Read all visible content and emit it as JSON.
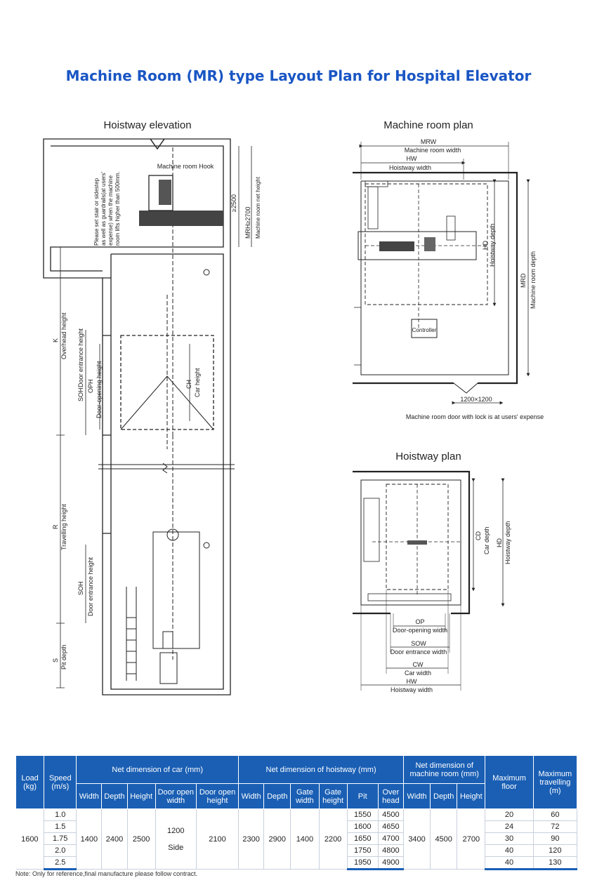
{
  "title": "Machine Room (MR) type  Layout Plan for Hospital Elevator",
  "captions": {
    "hoistway_elevation": "Hoistway elevation",
    "machine_room_plan": "Machine room plan",
    "hoistway_plan": "Hoistway plan"
  },
  "elevation_labels": {
    "machine_room_hook": "Machine room Hook",
    "stair_note_1": "Please set stair or sidestep",
    "stair_note_2": "as well as guardrails(at users'",
    "stair_note_3": "expense) when the machine",
    "stair_note_4": "room lifts higher than 500mm.",
    "dim_2500": "≥2500",
    "mrh_1": "MRH≥2700",
    "mrh_2": "Machine room net height",
    "k": "K",
    "overhead_height": "Overhead height",
    "soh": "SOH",
    "door_entrance_height": "Door entrance height",
    "oph": "OPH",
    "door_opening_height": "Door-opening height",
    "ch": "CH",
    "car_height": "Car height",
    "r": "R",
    "travelling_height": "Travelling height",
    "soh2": "SOH",
    "door_entrance_height2": "Door entrance height",
    "s": "S",
    "pit_depth": "Pit depth"
  },
  "machine_room_labels": {
    "mrw": "MRW",
    "machine_room_width": "Machine room width",
    "hw": "HW",
    "hoistway_width": "Hoistway width",
    "hd": "HD",
    "hoistway_depth": "Hoistway depth",
    "mrd": "MRD",
    "machine_room_depth": "Machine room depth",
    "controller": "Controller",
    "door_size": "1200×1200",
    "door_note": "Machine room door with lock is at users' expense"
  },
  "hoistway_plan_labels": {
    "cd": "CD",
    "car_depth": "Car depth",
    "hd": "HD",
    "hoistway_depth": "Hoistway depth",
    "op": "OP",
    "door_opening_width": "Door-opening width",
    "sow": "SOW",
    "door_entrance_width": "Door entrance width",
    "cw": "CW",
    "car_width": "Car width",
    "hw": "HW",
    "hoistway_width": "Hoistway width"
  },
  "table": {
    "group_headers": {
      "car": "Net dimension of car (mm)",
      "hoistway": "Net dimension of hoistway (mm)",
      "machine_room": "Net dimension of machine room (mm)"
    },
    "single_headers": {
      "load": "Load (kg)",
      "speed": "Speed (m/s)",
      "max_floor": "Maximum floor",
      "max_travelling": "Maximum travelling (m)"
    },
    "sub_headers": {
      "car_width": "Width",
      "car_depth": "Depth",
      "car_height": "Height",
      "door_open_width": "Door open width",
      "door_open_height": "Door open height",
      "hw_width": "Width",
      "hw_depth": "Depth",
      "gate_width": "Gate width",
      "gate_height": "Gate height",
      "pit": "Pit",
      "overhead": "Over head",
      "mr_width": "Width",
      "mr_depth": "Depth",
      "mr_height": "Height"
    },
    "shared": {
      "load": "1600",
      "car_width": "1400",
      "car_depth": "2400",
      "car_height": "2500",
      "door_open_width": "1200",
      "door_open_type": "Side",
      "door_open_height": "2100",
      "hw_width": "2300",
      "hw_depth": "2900",
      "gate_width": "1400",
      "gate_height": "2200",
      "mr_width": "3400",
      "mr_depth": "4500",
      "mr_height": "2700"
    },
    "rows": [
      {
        "speed": "1.0",
        "pit": "1550",
        "overhead": "4500",
        "max_floor": "20",
        "max_travelling": "60"
      },
      {
        "speed": "1.5",
        "pit": "1600",
        "overhead": "4650",
        "max_floor": "24",
        "max_travelling": "72"
      },
      {
        "speed": "1.75",
        "pit": "1650",
        "overhead": "4700",
        "max_floor": "30",
        "max_travelling": "90"
      },
      {
        "speed": "2.0",
        "pit": "1750",
        "overhead": "4800",
        "max_floor": "40",
        "max_travelling": "120"
      },
      {
        "speed": "2.5",
        "pit": "1950",
        "overhead": "4900",
        "max_floor": "40",
        "max_travelling": "130"
      }
    ]
  },
  "note": "Note: Only for reference,final manufacture please follow contract."
}
